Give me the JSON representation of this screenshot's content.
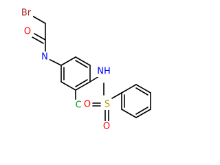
{
  "molecule": {
    "atoms": [
      {
        "id": "br",
        "label": "Br",
        "color": "#a52a2a"
      },
      {
        "id": "o1",
        "label": "O",
        "color": "#ff0000"
      },
      {
        "id": "n1",
        "label": "N",
        "color": "#0000ff"
      },
      {
        "id": "nh",
        "label": "NH",
        "color": "#0000ff"
      },
      {
        "id": "cl",
        "label": "Cl",
        "color": "#00a000"
      },
      {
        "id": "s",
        "label": "S",
        "color": "#b8a000"
      },
      {
        "id": "o2",
        "label": "O",
        "color": "#ff0000"
      },
      {
        "id": "o3",
        "label": "O",
        "color": "#ff0000"
      }
    ]
  }
}
